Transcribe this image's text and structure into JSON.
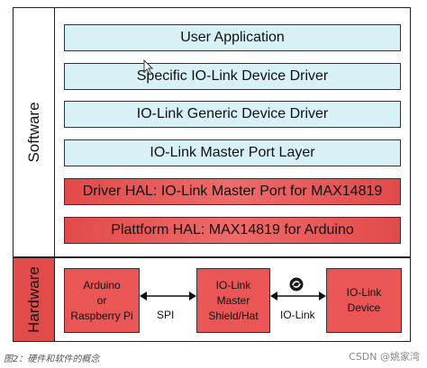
{
  "sections": {
    "software_label": "Software",
    "hardware_label": "Hardware"
  },
  "layers": [
    {
      "label": "User Application",
      "style": "blue"
    },
    {
      "label": "Specific IO-Link Device Driver",
      "style": "blue"
    },
    {
      "label": "IO-Link Generic Device Driver",
      "style": "blue"
    },
    {
      "label": "IO-Link Master Port Layer",
      "style": "blue"
    },
    {
      "label": "Driver HAL: IO-Link Master Port for MAX14819",
      "style": "red"
    },
    {
      "label": "Plattform HAL: MAX14819 for Arduino",
      "style": "red"
    }
  ],
  "hardware": {
    "arduino": {
      "line1": "Arduino",
      "line2": "or",
      "line3": "Raspberry Pi"
    },
    "master": {
      "line1": "IO-Link",
      "line2": "Master",
      "line3": "Shield/Hat"
    },
    "device": {
      "line1": "IO-Link",
      "line2": "Device"
    },
    "spi_label": "SPI",
    "iolink_label": "IO-Link"
  },
  "caption": "图2：硬件和软件的概念",
  "watermark": "CSDN @姚家湾",
  "colors": {
    "layer_blue": "#d8f1f6",
    "layer_red": "#e24a4a",
    "hardware_red": "#ea5656",
    "border": "#222222"
  },
  "icons": {
    "iolink_symbol": "iolink-logo-icon",
    "mouse_cursor": "cursor-icon"
  }
}
